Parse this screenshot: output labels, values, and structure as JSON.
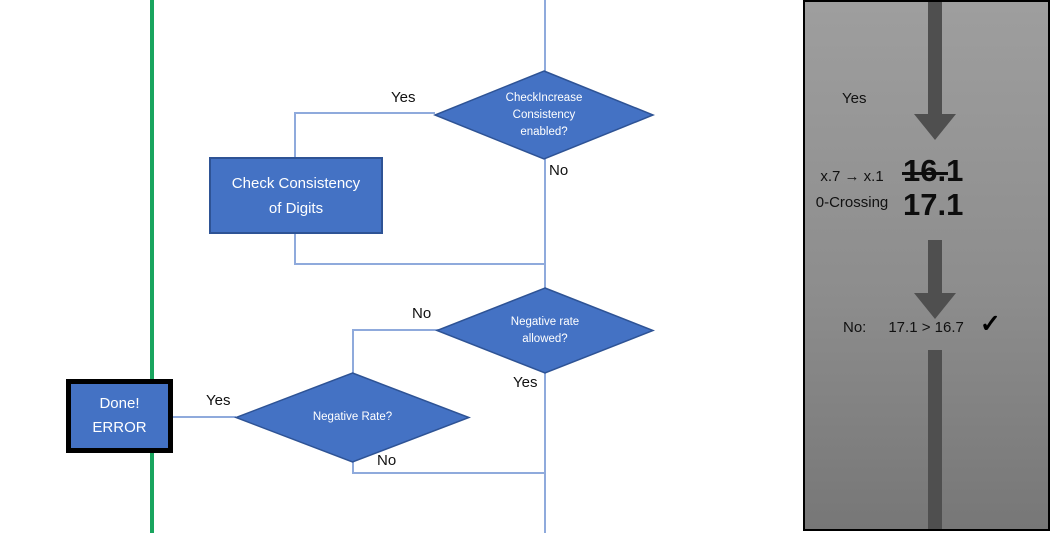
{
  "flowchart": {
    "decision_check_increase": {
      "text": "CheckIncrease\nConsistency\nenabled?"
    },
    "process_check_consistency": {
      "text": "Check Consistency\nof Digits"
    },
    "decision_negative_rate_allowed": {
      "text": "Negative rate\nallowed?"
    },
    "decision_negative_rate": {
      "text": "Negative Rate?"
    },
    "terminal_done_error": {
      "text": "Done!\nERROR"
    },
    "labels": {
      "decision1_yes": "Yes",
      "decision1_no": "No",
      "decision2_no": "No",
      "decision2_yes": "Yes",
      "decision3_yes": "Yes",
      "decision3_no": "No"
    }
  },
  "side_panel": {
    "yes_label": "Yes",
    "transition_note": "x.7 → x.1\n0-Crossing",
    "old_value": "16.1",
    "new_value": "17.1",
    "result_prefix": "No:",
    "result_comparison": "17.1 > 16.7",
    "checkmark_icon": "✓"
  },
  "colors": {
    "shape_fill": "#4472C4",
    "shape_border": "#2E5395",
    "connector_blue": "#8FAADC",
    "divider_green": "#19A55E",
    "arrow_gray": "#4F4F4F",
    "panel_gray_top": "#9E9E9E",
    "panel_gray_bottom": "#777777"
  }
}
